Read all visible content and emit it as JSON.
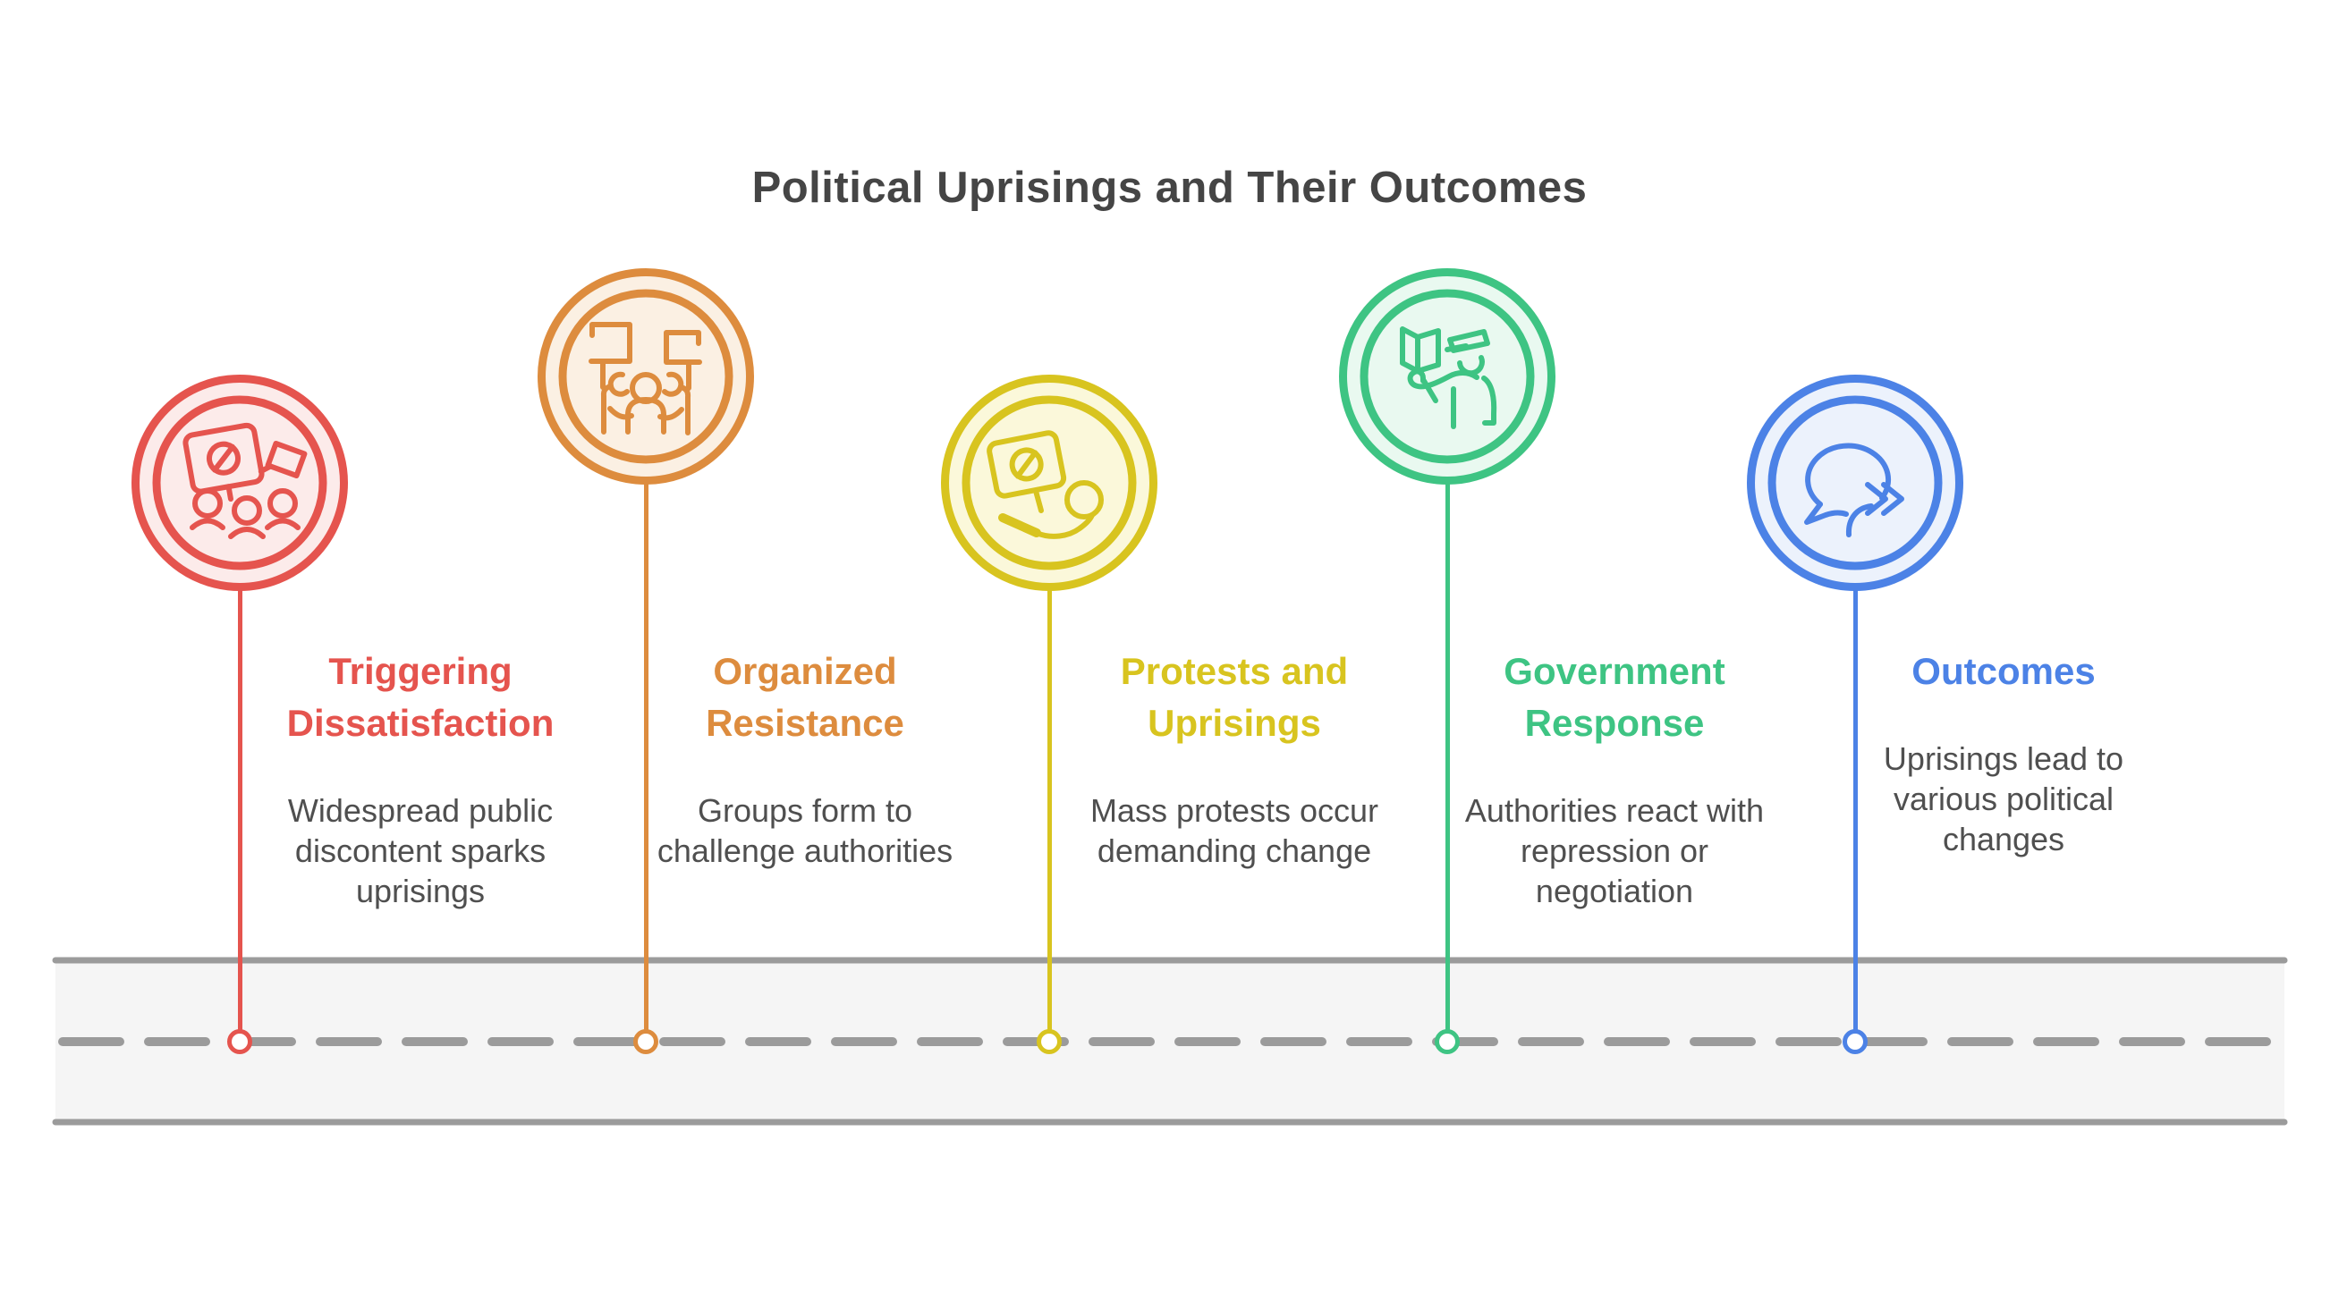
{
  "title": "Political Uprisings and Their Outcomes",
  "colors": {
    "background": "#ffffff",
    "title_text": "#454545",
    "body_text": "#4f4f4f",
    "road_line": "#9b9b9b",
    "road_fill": "#f5f5f5"
  },
  "milestones": [
    {
      "title": "Triggering Dissatisfaction",
      "description": "Widespread public discontent sparks uprisings",
      "color": "#e5544e",
      "fill": "#fcebea",
      "icon": "protest-signs-crowd-icon"
    },
    {
      "title": "Organized Resistance",
      "description": "Groups form to challenge authorities",
      "color": "#dd8c3e",
      "fill": "#fbf0e3",
      "icon": "raised-banners-crowd-icon"
    },
    {
      "title": "Protests and Uprisings",
      "description": "Mass protests occur demanding change",
      "color": "#d8c41f",
      "fill": "#fbf8da",
      "icon": "protest-sign-hand-icon"
    },
    {
      "title": "Government Response",
      "description": "Authorities react with repression or negotiation",
      "color": "#3ec483",
      "fill": "#e9f9f0",
      "icon": "police-officer-icon"
    },
    {
      "title": "Outcomes",
      "description": "Uprisings lead to various political changes",
      "color": "#4c82e6",
      "fill": "#ecf2fc",
      "icon": "speech-bubble-forward-icon"
    }
  ]
}
